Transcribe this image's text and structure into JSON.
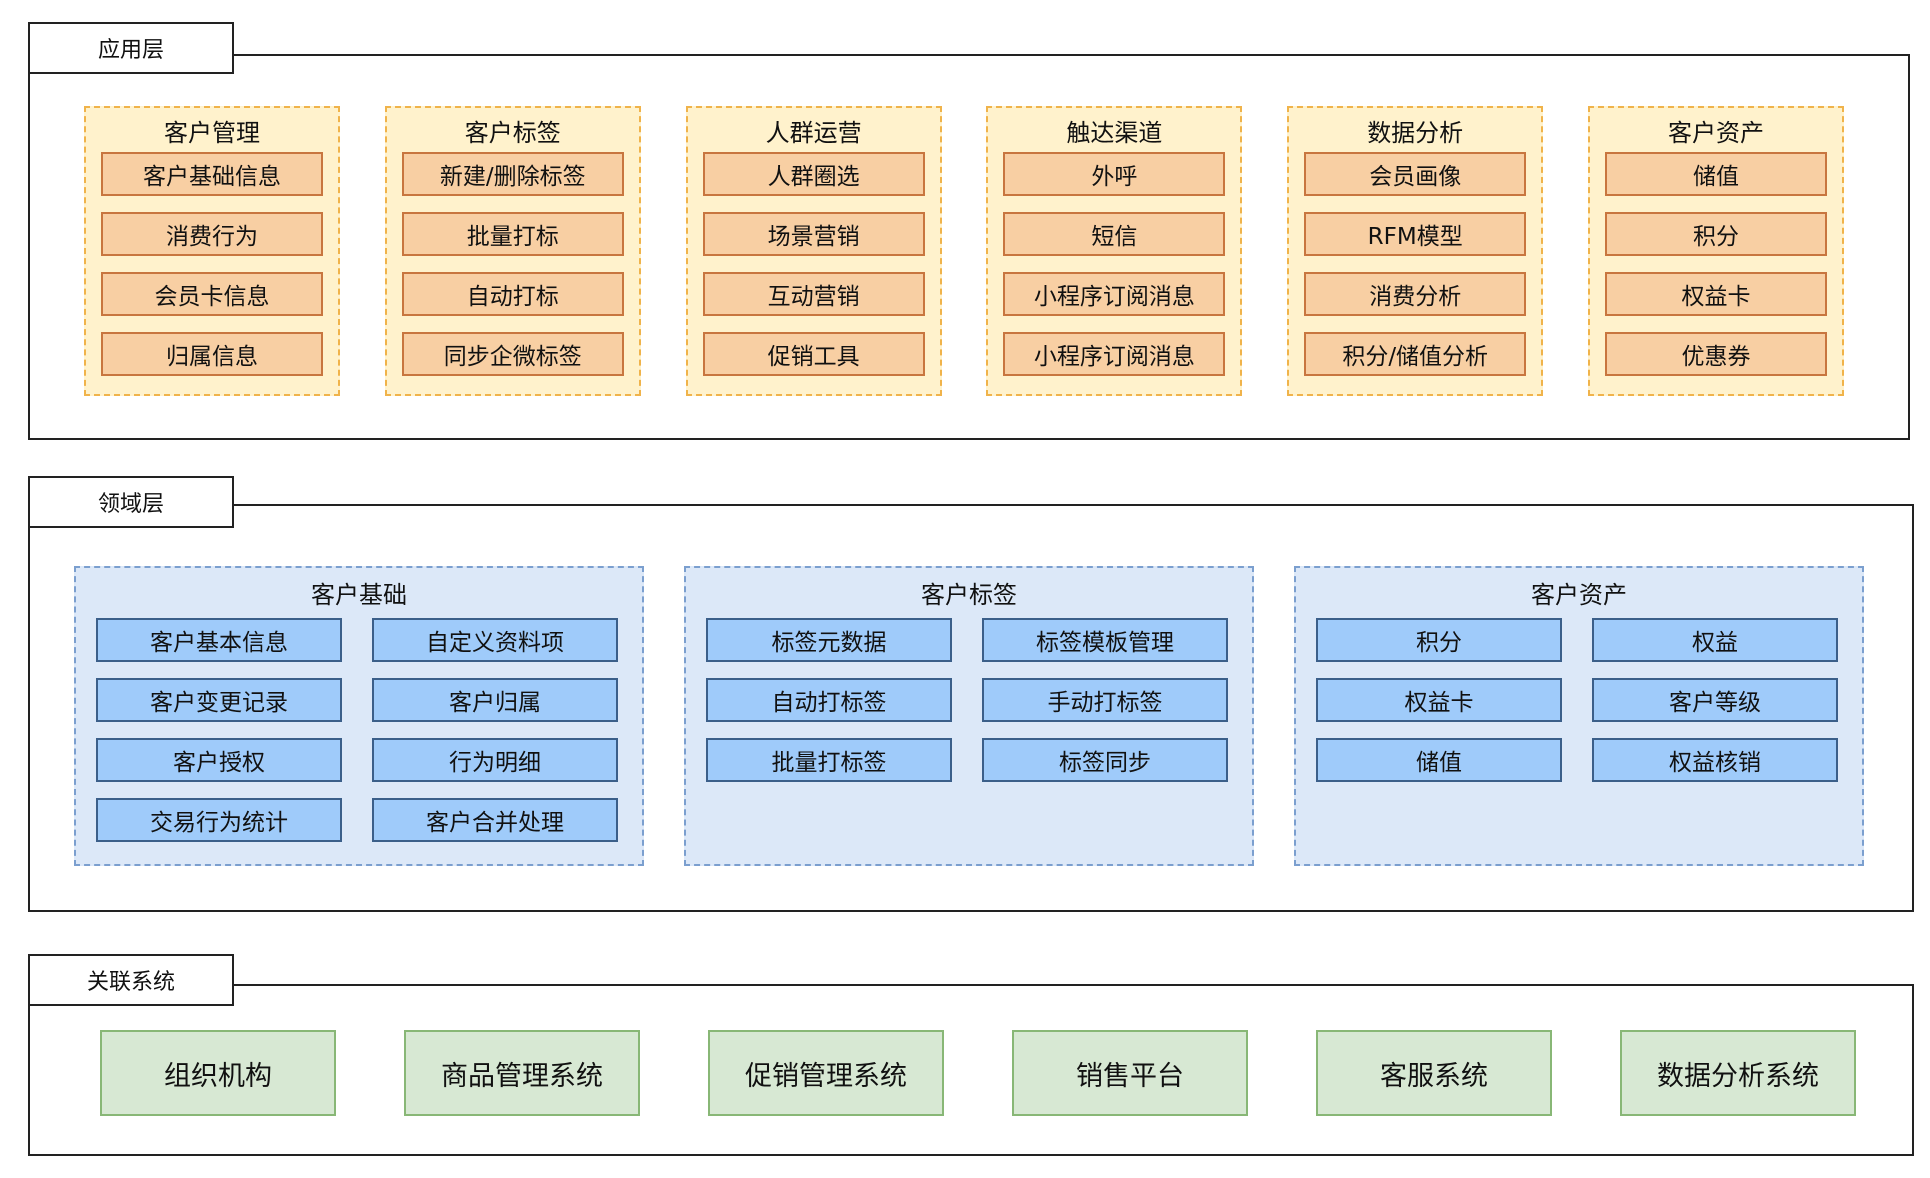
{
  "app_layer": {
    "label": "应用层",
    "groups": [
      {
        "title": "客户管理",
        "items": [
          "客户基础信息",
          "消费行为",
          "会员卡信息",
          "归属信息"
        ]
      },
      {
        "title": "客户标签",
        "items": [
          "新建/删除标签",
          "批量打标",
          "自动打标",
          "同步企微标签"
        ]
      },
      {
        "title": "人群运营",
        "items": [
          "人群圈选",
          "场景营销",
          "互动营销",
          "促销工具"
        ]
      },
      {
        "title": "触达渠道",
        "items": [
          "外呼",
          "短信",
          "小程序订阅消息",
          "小程序订阅消息"
        ]
      },
      {
        "title": "数据分析",
        "items": [
          "会员画像",
          "RFM模型",
          "消费分析",
          "积分/储值分析"
        ]
      },
      {
        "title": "客户资产",
        "items": [
          "储值",
          "积分",
          "权益卡",
          "优惠券"
        ]
      }
    ]
  },
  "domain_layer": {
    "label": "领域层",
    "groups": [
      {
        "title": "客户基础",
        "items": [
          "客户基本信息",
          "自定义资料项",
          "客户变更记录",
          "客户归属",
          "客户授权",
          "行为明细",
          "交易行为统计",
          "客户合并处理"
        ]
      },
      {
        "title": "客户标签",
        "items": [
          "标签元数据",
          "标签模板管理",
          "自动打标签",
          "手动打标签",
          "批量打标签",
          "标签同步"
        ]
      },
      {
        "title": "客户资产",
        "items": [
          "积分",
          "权益",
          "权益卡",
          "客户等级",
          "储值",
          "权益核销"
        ]
      }
    ]
  },
  "related_systems": {
    "label": "关联系统",
    "items": [
      "组织机构",
      "商品管理系统",
      "促销管理系统",
      "销售平台",
      "客服系统",
      "数据分析系统"
    ]
  }
}
